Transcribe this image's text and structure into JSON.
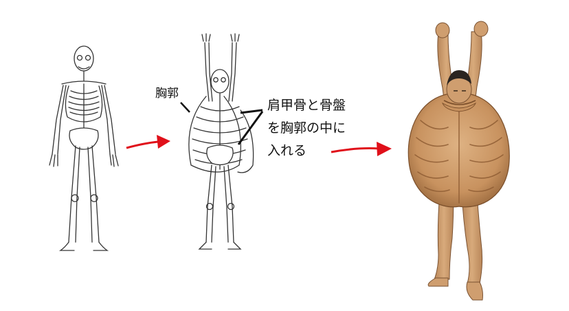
{
  "labels": {
    "ribcage": "胸郭",
    "step_line1": "肩甲骨と骨盤",
    "step_line2": "を胸郭の中に",
    "step_line3": "入れる"
  },
  "colors": {
    "arrow": "#e0101a",
    "bone_stroke": "#333333",
    "skin": "#cf9e6f",
    "skin_shadow": "#a87546",
    "rib_shell": "#c8925f",
    "rib_shell_dark": "#8f5d34",
    "hair": "#2a2420"
  }
}
